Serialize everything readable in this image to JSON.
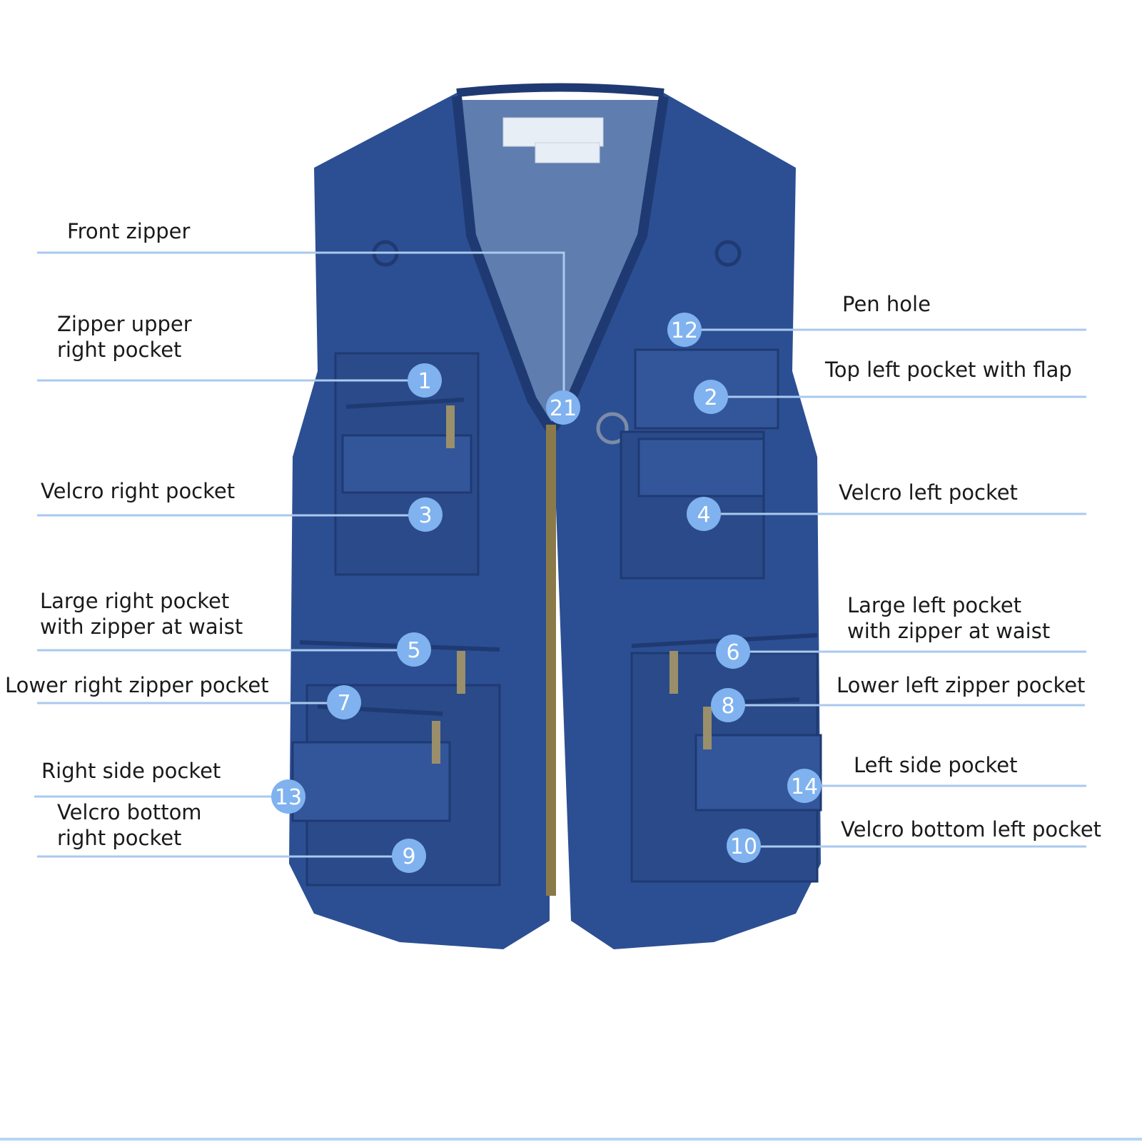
{
  "colors": {
    "denim": "#2c4f93",
    "denim_dark": "#1f3a72",
    "mesh": "#5f7dae",
    "badge": "#7fb2ef",
    "leader_line": "#a9c9ee",
    "zipper": "#8a7a4a"
  },
  "icons": {
    "vest": "denim-vest-illustration",
    "badge": "numbered-circle"
  },
  "callouts": [
    {
      "id": "front-zipper",
      "number": "21",
      "lines": [
        "Front zipper"
      ]
    },
    {
      "id": "zipper-upper-right-pocket",
      "number": "1",
      "lines": [
        "Zipper upper",
        "right pocket"
      ]
    },
    {
      "id": "velcro-right-pocket",
      "number": "3",
      "lines": [
        "Velcro right pocket"
      ]
    },
    {
      "id": "large-right-pocket",
      "number": "5",
      "lines": [
        "Large right pocket",
        "with zipper at waist"
      ]
    },
    {
      "id": "lower-right-zipper-pocket",
      "number": "7",
      "lines": [
        "Lower right zipper pocket"
      ]
    },
    {
      "id": "right-side-pocket",
      "number": "13",
      "lines": [
        "Right side pocket"
      ]
    },
    {
      "id": "velcro-bottom-right-pocket",
      "number": "9",
      "lines": [
        "Velcro bottom",
        "right pocket"
      ]
    },
    {
      "id": "pen-hole",
      "number": "12",
      "lines": [
        "Pen hole"
      ]
    },
    {
      "id": "top-left-pocket-with-flap",
      "number": "2",
      "lines": [
        "Top left pocket with flap"
      ]
    },
    {
      "id": "velcro-left-pocket",
      "number": "4",
      "lines": [
        "Velcro left pocket"
      ]
    },
    {
      "id": "large-left-pocket",
      "number": "6",
      "lines": [
        "Large left pocket",
        "with zipper at waist"
      ]
    },
    {
      "id": "lower-left-zipper-pocket",
      "number": "8",
      "lines": [
        "Lower left zipper pocket"
      ]
    },
    {
      "id": "left-side-pocket",
      "number": "14",
      "lines": [
        "Left side pocket"
      ]
    },
    {
      "id": "velcro-bottom-left-pocket",
      "number": "10",
      "lines": [
        "Velcro bottom left pocket"
      ]
    }
  ]
}
